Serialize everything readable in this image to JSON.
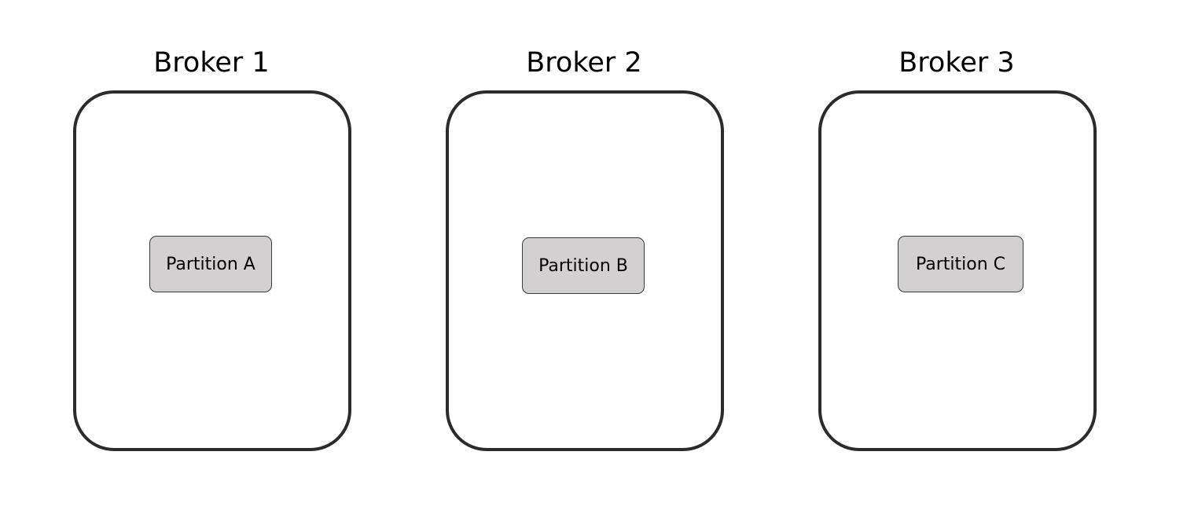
{
  "colors": {
    "background": "#ffffff",
    "broker_border": "#2b2b2b",
    "partition_fill": "#d3d0d1",
    "partition_border": "#3a3a3a",
    "text": "#000000"
  },
  "brokers": [
    {
      "title": "Broker 1",
      "partition": {
        "label": "Partition A"
      }
    },
    {
      "title": "Broker 2",
      "partition": {
        "label": "Partition B"
      }
    },
    {
      "title": "Broker 3",
      "partition": {
        "label": "Partition C"
      }
    }
  ]
}
